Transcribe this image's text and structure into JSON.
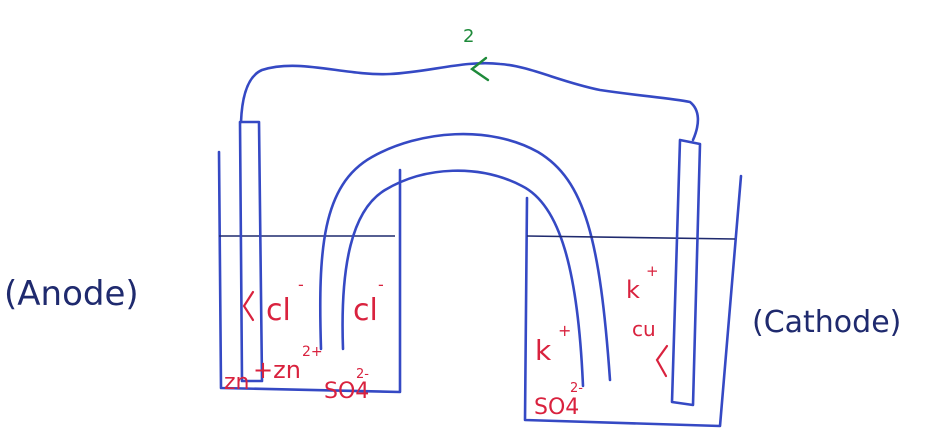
{
  "labels": {
    "anode": "(Anode)",
    "cathode": "(Cathode)",
    "electron_count": "2",
    "left_cl_1": "cl",
    "left_cl_1_charge": "-",
    "left_cl_2": "cl",
    "left_cl_2_charge": "-",
    "left_zn_ion": "+zn",
    "left_zn_ion_charge": "2+",
    "left_zn": "zn",
    "left_so4": "SO4",
    "left_so4_charge": "2-",
    "right_k_1": "k",
    "right_k_1_charge": "+",
    "right_k_2": "k",
    "right_k_2_charge": "+",
    "right_cu": "cu",
    "right_so4": "SO4",
    "right_so4_charge": "2-"
  },
  "colors": {
    "drawing": "#3549c4",
    "liquid_line": "#1f2a6e",
    "ions": "#d9223e",
    "electron_arrow": "#1e8a3a",
    "labels": "#1f2a6e"
  }
}
